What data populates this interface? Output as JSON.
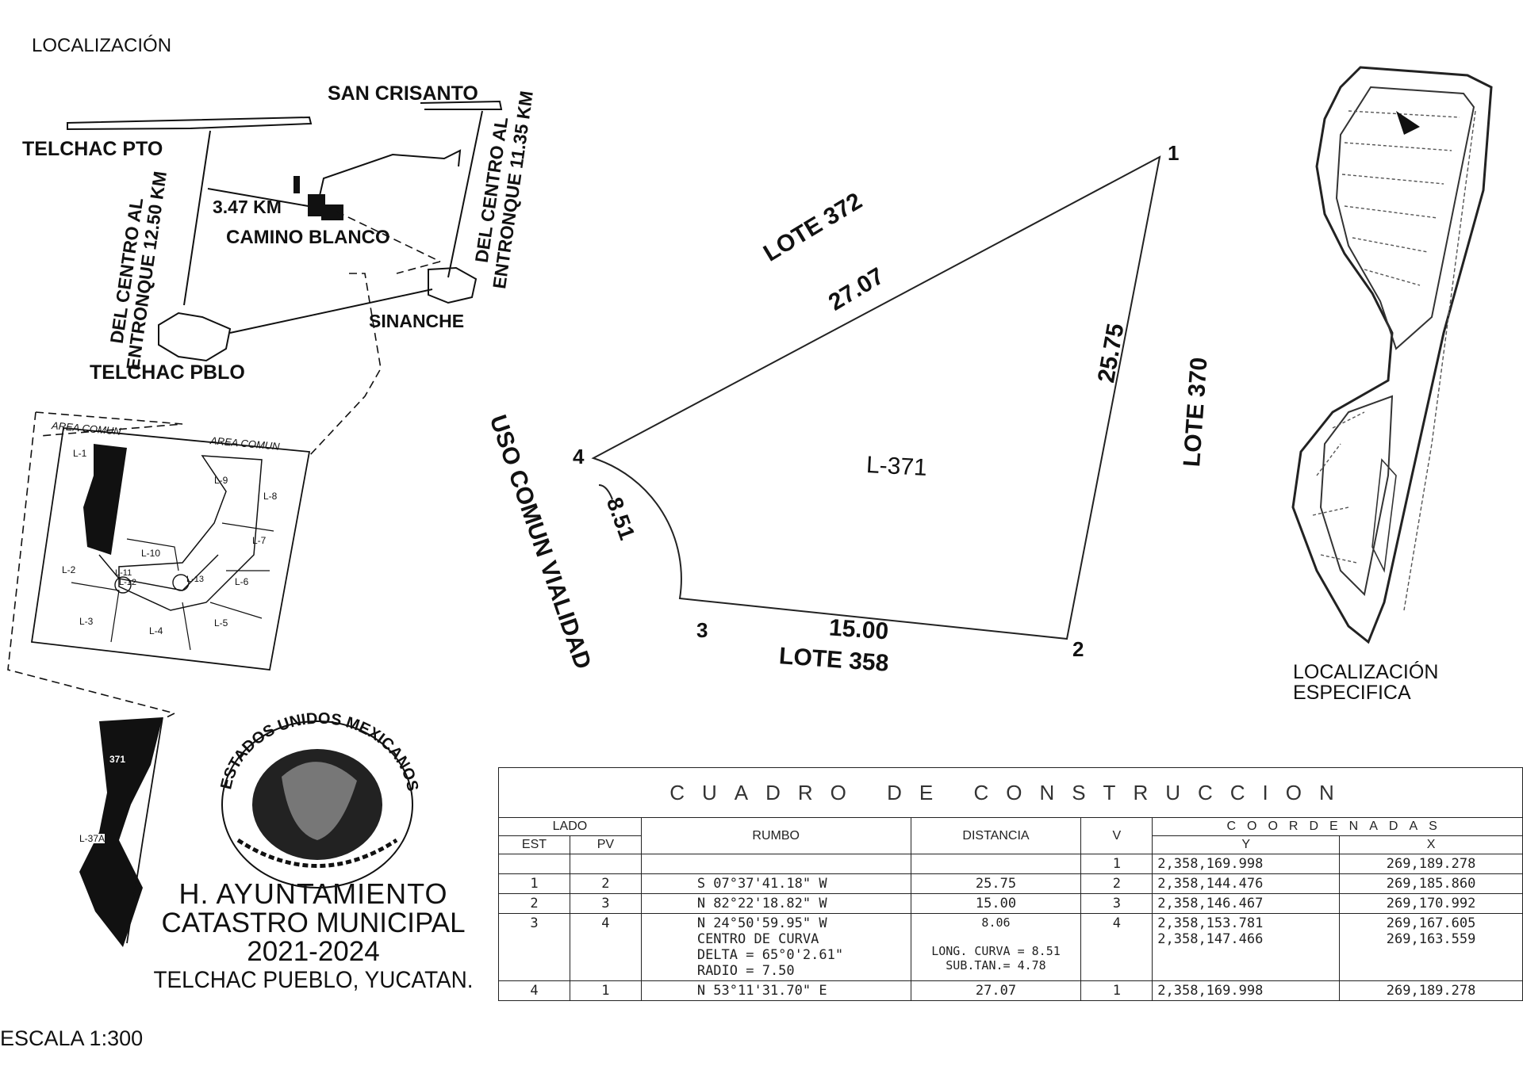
{
  "location": {
    "title": "LOCALIZACIÓN",
    "places": {
      "san_crisanto": "SAN CRISANTO",
      "telchac_pto": "TELCHAC PTO",
      "km_347": "3.47 KM",
      "camino_blanco": "CAMINO BLANCO",
      "sinanche": "SINANCHE",
      "telchac_pblo": "TELCHAC PBLO",
      "road_left_1": "DEL CENTRO AL",
      "road_left_2": "ENTRONQUE 12.50 KM",
      "road_right_1": "DEL CENTRO AL",
      "road_right_2": "ENTRONQUE 11.35 KM"
    },
    "inset": {
      "area_comun_1": "AREA COMUN",
      "area_comun_2": "AREA COMUN",
      "lots": [
        "L-1",
        "L-2",
        "L-3",
        "L-4",
        "L-5",
        "L-6",
        "L-7",
        "L-8",
        "L-9",
        "L-10",
        "L-11",
        "L-12",
        "L-13"
      ],
      "lower_label": "L-37A",
      "block_label": "371"
    }
  },
  "lot": {
    "name": "L-371",
    "vertices": [
      "1",
      "2",
      "3",
      "4"
    ],
    "north_label": "LOTE 372",
    "north_dist": "27.07",
    "east_label": "LOTE 370",
    "east_dist": "25.75",
    "south_label": "LOTE 358",
    "south_dist": "15.00",
    "west_label": "USO COMUN VIALIDAD",
    "curve_dist": "8.51"
  },
  "specific": {
    "line1": "LOCALIZACIÓN",
    "line2": "ESPECIFICA"
  },
  "seal": {
    "text": "ESTADOS UNIDOS MEXICANOS"
  },
  "municipality": {
    "line1": "H. AYUNTAMIENTO",
    "line2": "CATASTRO MUNICIPAL",
    "line3": "2021-2024",
    "line4": "TELCHAC PUEBLO, YUCATAN.",
    "scale": "ESCALA 1:300"
  },
  "table": {
    "title": "CUADRO DE CONSTRUCCION",
    "headers": {
      "lado": "LADO",
      "est": "EST",
      "pv": "PV",
      "rumbo": "RUMBO",
      "distancia": "DISTANCIA",
      "v": "V",
      "coordenadas": "COORDENADAS",
      "y": "Y",
      "x": "X"
    },
    "rows": [
      {
        "est": "",
        "pv": "",
        "rumbo": "",
        "dist": "",
        "v": "1",
        "y": "2,358,169.998",
        "x": "269,189.278"
      },
      {
        "est": "1",
        "pv": "2",
        "rumbo": "S 07°37'41.18\" W",
        "dist": "25.75",
        "v": "2",
        "y": "2,358,144.476",
        "x": "269,185.860"
      },
      {
        "est": "2",
        "pv": "3",
        "rumbo": "N 82°22'18.82\" W",
        "dist": "15.00",
        "v": "3",
        "y": "2,358,146.467",
        "x": "269,170.992"
      },
      {
        "est": "3",
        "pv": "4",
        "rumbo": "N 24°50'59.95\" W\nCENTRO DE CURVA\nDELTA = 65°0'2.61\"\nRADIO = 7.50",
        "dist": "8.06\n\nLONG. CURVA = 8.51\nSUB.TAN.= 4.78",
        "v": "4",
        "y": "2,358,153.781\n2,358,147.466",
        "x": "269,167.605\n269,163.559"
      },
      {
        "est": "4",
        "pv": "1",
        "rumbo": "N 53°11'31.70\" E",
        "dist": "27.07",
        "v": "1",
        "y": "2,358,169.998",
        "x": "269,189.278"
      }
    ]
  }
}
